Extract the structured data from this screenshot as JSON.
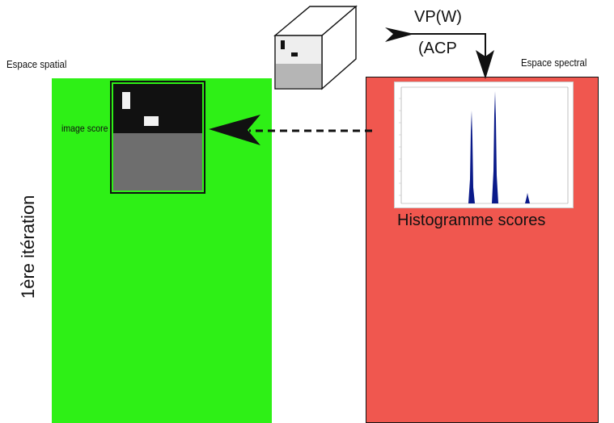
{
  "spatial": {
    "label": "Espace spatial",
    "color": "#2ef016"
  },
  "spectral": {
    "label": "Espace spectral",
    "color": "#f0574f"
  },
  "iteration_label": "1ère itération",
  "score_image_label": "image score",
  "histogram": {
    "title": "Histogramme scores"
  },
  "transform": {
    "line1": "VP(W)",
    "line2": "(ACP"
  }
}
